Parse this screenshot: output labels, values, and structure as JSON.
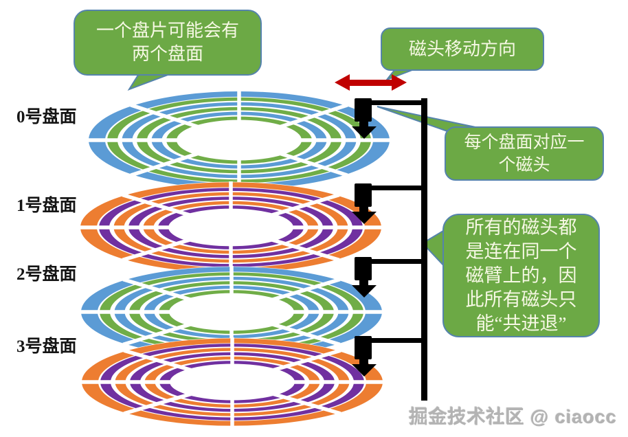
{
  "colors": {
    "blue": "#5B9BD5",
    "green": "#70AD47",
    "orange": "#ED7D31",
    "purple": "#7030A0",
    "bubble_fill": "#6CA945",
    "bubble_border": "#5583AC",
    "bubble_text": "#F6F8E4",
    "arrow_red": "#C00000",
    "head_black": "#000000",
    "label_text": "#151515"
  },
  "callouts": {
    "platter_note": "一个盘片可能会有\n两个盘面",
    "head_direction": "磁头移动方向",
    "head_per_surface": "每个盘面对应一\n个磁头",
    "arm_note": "所有的磁头都\n是连在同一个\n磁臂上的，因\n此所有磁头只\n能“共进退”"
  },
  "surfaces": [
    {
      "label": "0号盘面",
      "ring_colors": [
        "#5B9BD5",
        "#70AD47"
      ]
    },
    {
      "label": "1号盘面",
      "ring_colors": [
        "#ED7D31",
        "#7030A0"
      ]
    },
    {
      "label": "2号盘面",
      "ring_colors": [
        "#5B9BD5",
        "#70AD47"
      ]
    },
    {
      "label": "3号盘面",
      "ring_colors": [
        "#ED7D31",
        "#7030A0"
      ]
    }
  ],
  "watermark": "掘金技术社区 @ ciaocc"
}
